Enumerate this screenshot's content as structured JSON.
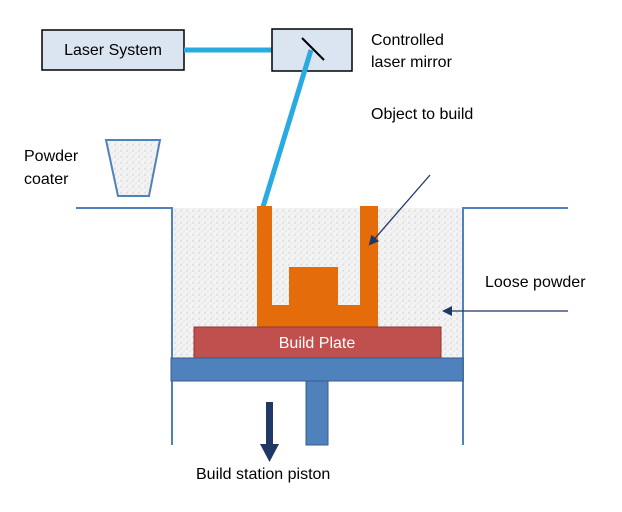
{
  "labels": {
    "laser_system": "Laser System",
    "controlled_mirror_line1": "Controlled",
    "controlled_mirror_line2": "laser mirror",
    "object_to_build": "Object to build",
    "powder_coater_line1": "Powder",
    "powder_coater_line2": "coater",
    "loose_powder": "Loose powder",
    "build_plate": "Build Plate",
    "build_station_piston": "Build station piston"
  },
  "colors": {
    "laser_beam": "#29abe2",
    "object": "#e46c0a",
    "build_plate": "#c0504d",
    "piston": "#4f81bd",
    "chamber_wall": "#4f81bd",
    "powder": "#eeeeee",
    "piston_arrow": "#1f3864",
    "pointer_arrow": "#1f3864"
  },
  "icons": {
    "mirror": "diagonal-mirror-icon",
    "piston_direction": "arrow-down-icon"
  }
}
